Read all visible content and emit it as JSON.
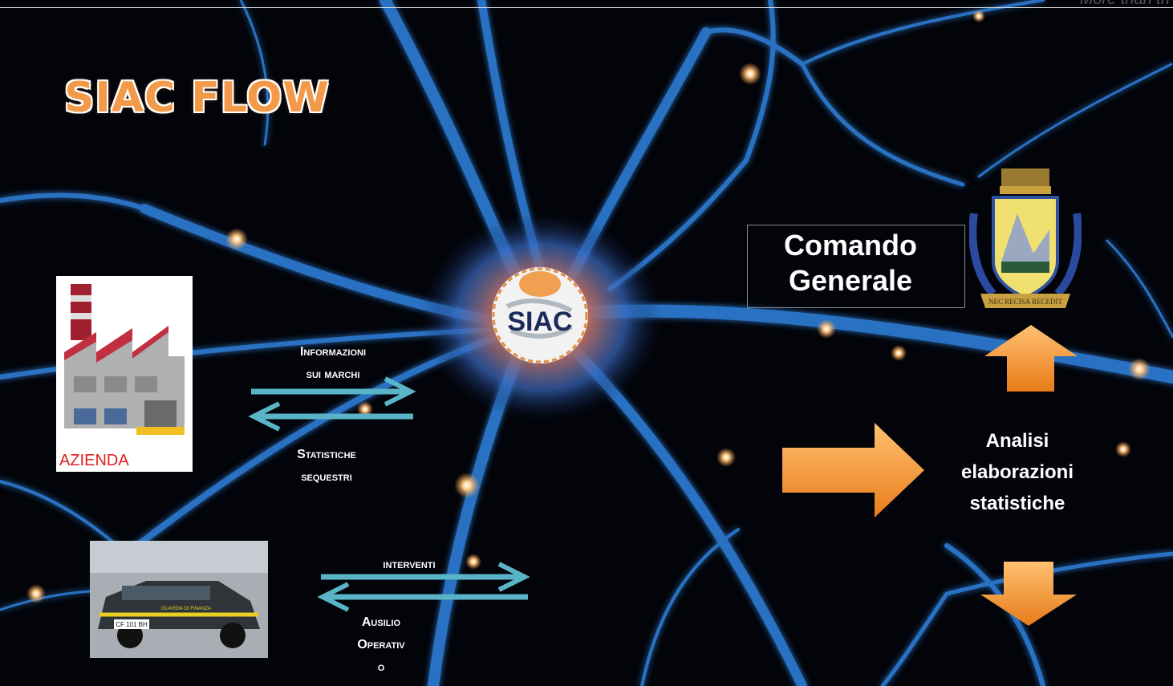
{
  "title": "SIAC FLOW",
  "corner_text": "More than th",
  "logo": {
    "text": "SIAC"
  },
  "company": {
    "label": "AZIENDA"
  },
  "flows": {
    "company_to_siac": [
      "Informazioni",
      "sui marchi"
    ],
    "siac_to_company": [
      "Statistiche",
      "sequestri"
    ],
    "police_to_siac": "interventi",
    "siac_to_police": [
      "Ausilio",
      "Operativ",
      "o"
    ]
  },
  "comando": [
    "Comando",
    "Generale"
  ],
  "analysis": [
    "Analisi",
    "elaborazioni",
    "statistiche"
  ],
  "police_car": {
    "plate": "CF 101 BH",
    "side_text": "GUARDIA DI FINANZA"
  },
  "crest": {
    "motto": "NEC RECISA RECEDIT"
  },
  "colors": {
    "title": "#f39a4a",
    "arrow_blue": "#5ab4c8",
    "arrow_orange": "#f5a030",
    "neuron": "#3aa0ff"
  }
}
